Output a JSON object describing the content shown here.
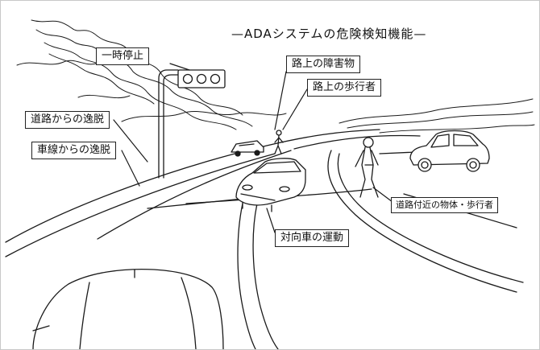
{
  "title": "ADAシステムの危険検知機能",
  "labels": {
    "stop": "一時停止",
    "obstacle": "路上の障害物",
    "pedestrian": "路上の歩行者",
    "road_departure": "道路からの逸脱",
    "lane_departure": "車線からの逸脱",
    "roadside_objects": "道路付近の物体・歩行者",
    "oncoming_car": "対向車の運動"
  }
}
